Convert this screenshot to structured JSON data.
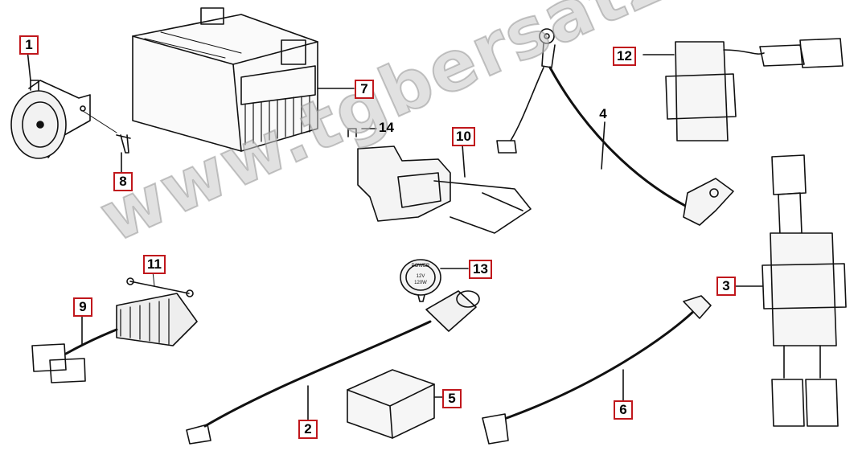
{
  "watermark": "www.tgbersatzteile.de",
  "callouts": {
    "c1": "1",
    "c2": "2",
    "c3": "3",
    "c4": "4",
    "c5": "5",
    "c6": "6",
    "c7": "7",
    "c8": "8",
    "c9": "9",
    "c10": "10",
    "c11": "11",
    "c12": "12",
    "c13": "13",
    "c14": "14"
  },
  "socket_label": {
    "line1": "POWER",
    "line2": "12V",
    "line3": "120W"
  },
  "colors": {
    "callout_border": "#c0171c",
    "line": "#111111"
  }
}
